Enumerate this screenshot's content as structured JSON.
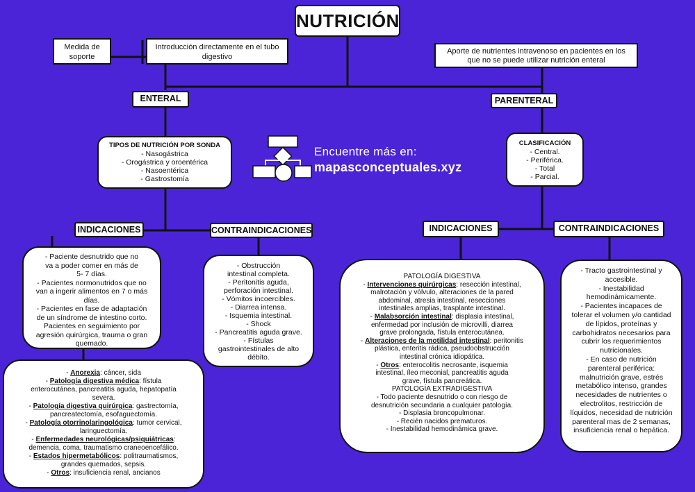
{
  "title": "NUTRICIÓN",
  "promo": {
    "line1": "Encuentre más en:",
    "line2": "mapasconceptuales.xyz"
  },
  "enteral": {
    "label": "ENTERAL",
    "def_a": "Medida de soporte",
    "def_b": "Introducción directamente en el tubo digestivo",
    "tipos": {
      "heading": "TIPOS DE NUTRICIÓN POR SONDA",
      "items": [
        "- Nasogástrica",
        "- Orogástrica y oroentérica",
        "- Nasoentérica",
        "- Gastrostomía"
      ]
    },
    "indicaciones": {
      "label": "INDICACIONES",
      "box1": [
        "- Paciente desnutrido que no",
        "va a poder comer en más de",
        "5- 7 días.",
        "- Pacientes normonutridos que no",
        "van a ingerir alimentos en 7 o más",
        "días.",
        "- Pacientes en fase de adaptación",
        "de un síndrome de intestino corto.",
        "Pacientes en seguimiento por",
        "agresión quirúrgica, trauma o gran",
        "quemado."
      ],
      "box2": [
        {
          "pre": "- ",
          "b": "Anorexia",
          "rest": ": cáncer, sida"
        },
        {
          "pre": "- ",
          "b": "Patología digestiva médica",
          "rest": ": fístula"
        },
        {
          "pre": "",
          "b": "",
          "rest": "enterocutánea, pancreatitis aguda, hepatopatía"
        },
        {
          "pre": "",
          "b": "",
          "rest": "severa."
        },
        {
          "pre": "- ",
          "b": "Patología digestiva quirúrgica",
          "rest": ": gastrectomía,"
        },
        {
          "pre": "",
          "b": "",
          "rest": "pancreatectomía, esofaguectomía."
        },
        {
          "pre": "- ",
          "b": "Patología otorrinolaringológica",
          "rest": ": tumor cervical,"
        },
        {
          "pre": "",
          "b": "",
          "rest": "laringuectomía."
        },
        {
          "pre": "- ",
          "b": "Enfermedades neurológicas/psiquiátricas",
          "rest": ":"
        },
        {
          "pre": "",
          "b": "",
          "rest": "demencia, coma, traumatismo craneoencefálico."
        },
        {
          "pre": "- ",
          "b": "Estados hipermetabólicos",
          "rest": ": politraumatismos,"
        },
        {
          "pre": "",
          "b": "",
          "rest": "grandes quemados, sepsis."
        },
        {
          "pre": "- ",
          "b": "Otros",
          "rest": ": insuficiencia renal, ancianos"
        }
      ]
    },
    "contraindicaciones": {
      "label": "CONTRAINDICACIONES",
      "items": [
        "- Obstrucción",
        "intestinal completa.",
        "- Peritonitis aguda,",
        "perforación intestinal.",
        "- Vómitos incoercibles.",
        "- Diarrea intensa.",
        "- Isquemia intestinal.",
        "- Shock",
        "- Pancreatitis aguda grave.",
        "- Fístulas",
        "gastrointestinales de alto",
        "débito."
      ]
    }
  },
  "parenteral": {
    "label": "PARENTERAL",
    "def": "Aporte de nutrientes intravenoso en pacientes en los que no se puede utilizar nutrición enteral",
    "clasificacion": {
      "heading": "CLASIFICACIÓN",
      "items": [
        "- Central.",
        "- Periférica.",
        "- Total",
        "- Parcial."
      ]
    },
    "indicaciones": {
      "label": "INDICACIONES",
      "lines": [
        {
          "pre": "",
          "b": "",
          "rest": "PATOLOGÍA DIGESTIVA"
        },
        {
          "pre": "- ",
          "b": "Intervenciones quirúrgicas",
          "rest": ": resección intestinal,"
        },
        {
          "pre": "",
          "b": "",
          "rest": "malrotación y vólvulo, alteraciones de la pared"
        },
        {
          "pre": "",
          "b": "",
          "rest": "abdominal, atresia intestinal, resecciones"
        },
        {
          "pre": "",
          "b": "",
          "rest": "intestinales amplias, trasplante intestinal."
        },
        {
          "pre": "- ",
          "b": "Malabsorción intestinal",
          "rest": ": displasia intestinal,"
        },
        {
          "pre": "",
          "b": "",
          "rest": "enfermedad por inclusión de microvilli, diarrea"
        },
        {
          "pre": "",
          "b": "",
          "rest": "grave prolongada, fístula enterocutánea."
        },
        {
          "pre": "- ",
          "b": "Alteraciones de la motilidad intestinal",
          "rest": ": peritonitis"
        },
        {
          "pre": "",
          "b": "",
          "rest": "plástica, enteritis rádica, pseudoobstrucción"
        },
        {
          "pre": "",
          "b": "",
          "rest": "intestinal crónica idiopática."
        },
        {
          "pre": "- ",
          "b": "Otros",
          "rest": ": enterocolitis necrosante, isquemia"
        },
        {
          "pre": "",
          "b": "",
          "rest": "intestinal, íleo meconial, pancreatitis aguda"
        },
        {
          "pre": "",
          "b": "",
          "rest": "grave, fístula pancreática."
        },
        {
          "pre": "",
          "b": "",
          "rest": "PATOLOGÍA EXTRADIGESTIVA"
        },
        {
          "pre": "",
          "b": "",
          "rest": "- Todo paciente desnutrido o con riesgo de"
        },
        {
          "pre": "",
          "b": "",
          "rest": "desnutrición secundaria a cualquier patología."
        },
        {
          "pre": "",
          "b": "",
          "rest": "- Displasia broncopulmonar."
        },
        {
          "pre": "",
          "b": "",
          "rest": "- Recién nacidos prematuros."
        },
        {
          "pre": "",
          "b": "",
          "rest": "- Inestabilidad hemodinámica grave."
        }
      ]
    },
    "contraindicaciones": {
      "label": "CONTRAINDICACIONES",
      "items": [
        "- Tracto gastrointestinal y",
        "accesible.",
        "- Inestabilidad",
        "hemodinámicamente.",
        "- Pacientes incapaces de",
        "tolerar el volumen y/o cantidad",
        "de lípidos, proteínas y",
        "carbohidratos necesarios para",
        "cubrir los requerimientos",
        "nutricionales.",
        "- En caso de nutrición",
        "parenteral periférica:",
        "malnutrición grave, estrés",
        "metabólico intenso, grandes",
        "necesidades de nutrientes o",
        "electrolitos, restricción de",
        "líquidos, necesidad de nutrición",
        "parenteral mas de 2 semanas,",
        "insuficiencia renal o hepática."
      ]
    }
  }
}
